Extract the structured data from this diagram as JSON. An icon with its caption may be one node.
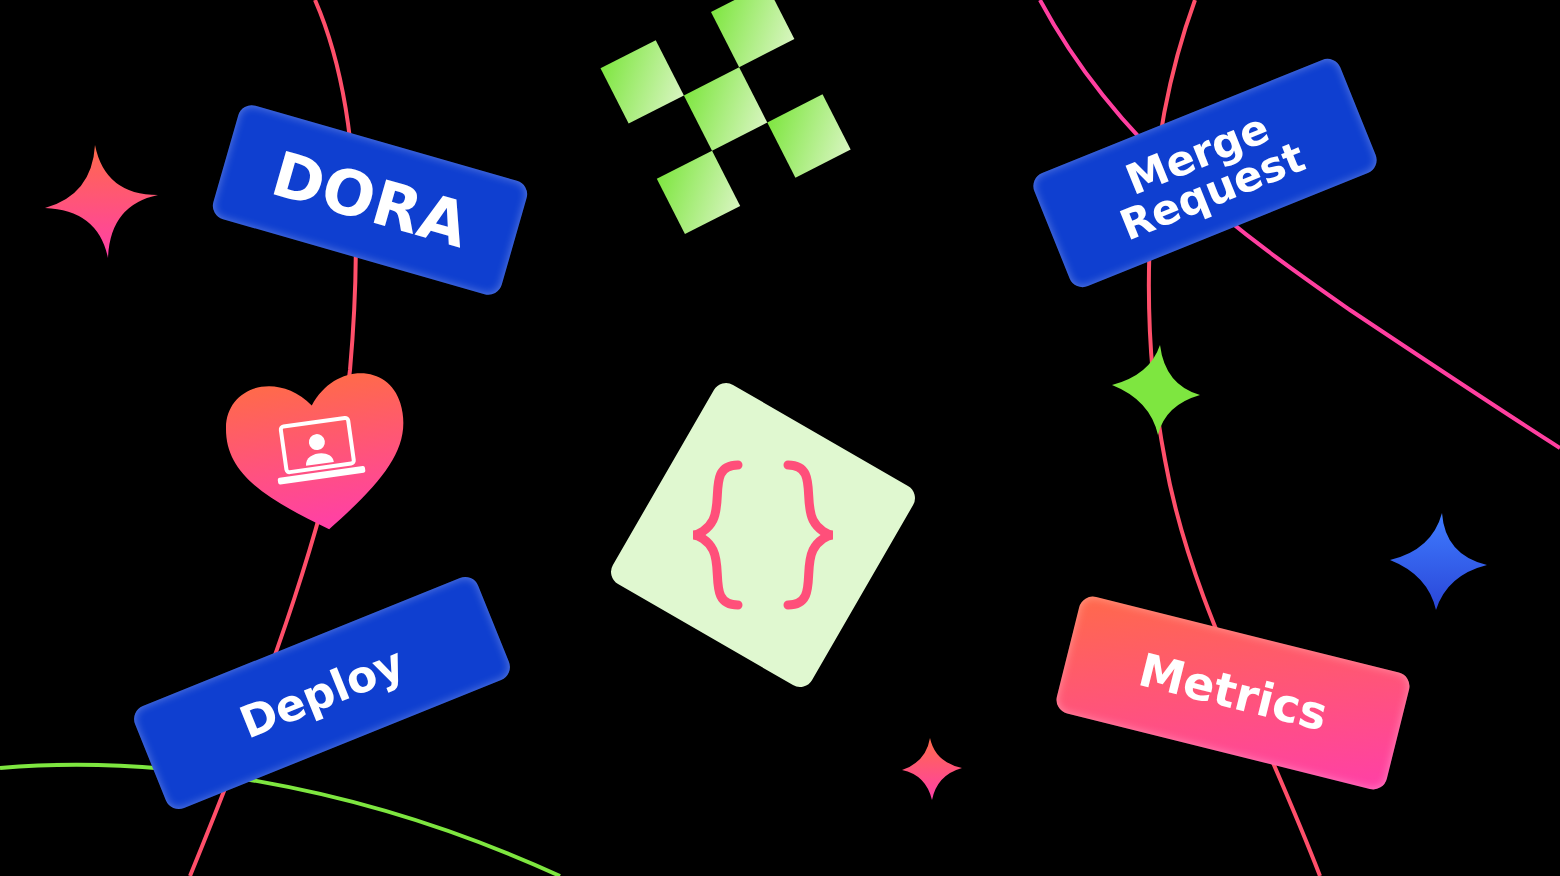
{
  "diagram": {
    "nodes": [
      {
        "text": [
          "DORA"
        ]
      },
      {
        "text": [
          "Merge Request"
        ]
      },
      {
        "text": [
          "Deploy"
        ]
      },
      {
        "text": [
          "Metrics"
        ]
      }
    ]
  }
}
